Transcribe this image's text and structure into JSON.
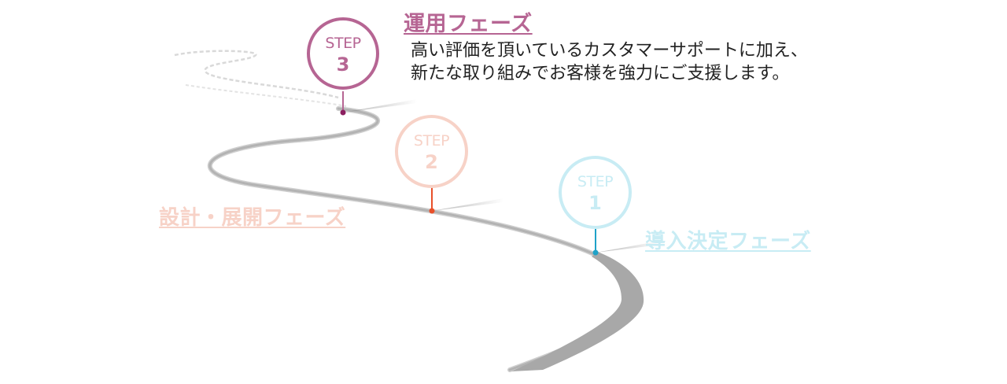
{
  "colors": {
    "road": "#a9a9a9",
    "road_edge": "#d4d4d4",
    "step3": "#b66593",
    "step3_pin": "#8b1f5f",
    "step2": "#f7d2c7",
    "step2_pin": "#e8502a",
    "step1": "#c8ecf4",
    "step1_pin": "#1fa2c8"
  },
  "steps": [
    {
      "word": "STEP",
      "number": "1",
      "phase": "導入決定フェーズ"
    },
    {
      "word": "STEP",
      "number": "2",
      "phase": "設計・展開フェーズ"
    },
    {
      "word": "STEP",
      "number": "3",
      "phase": "運用フェーズ"
    }
  ],
  "description": {
    "line1": "高い評価を頂いているカスタマーサポートに加え、",
    "line2": "新たな取り組みでお客様を強力にご支援します。"
  }
}
